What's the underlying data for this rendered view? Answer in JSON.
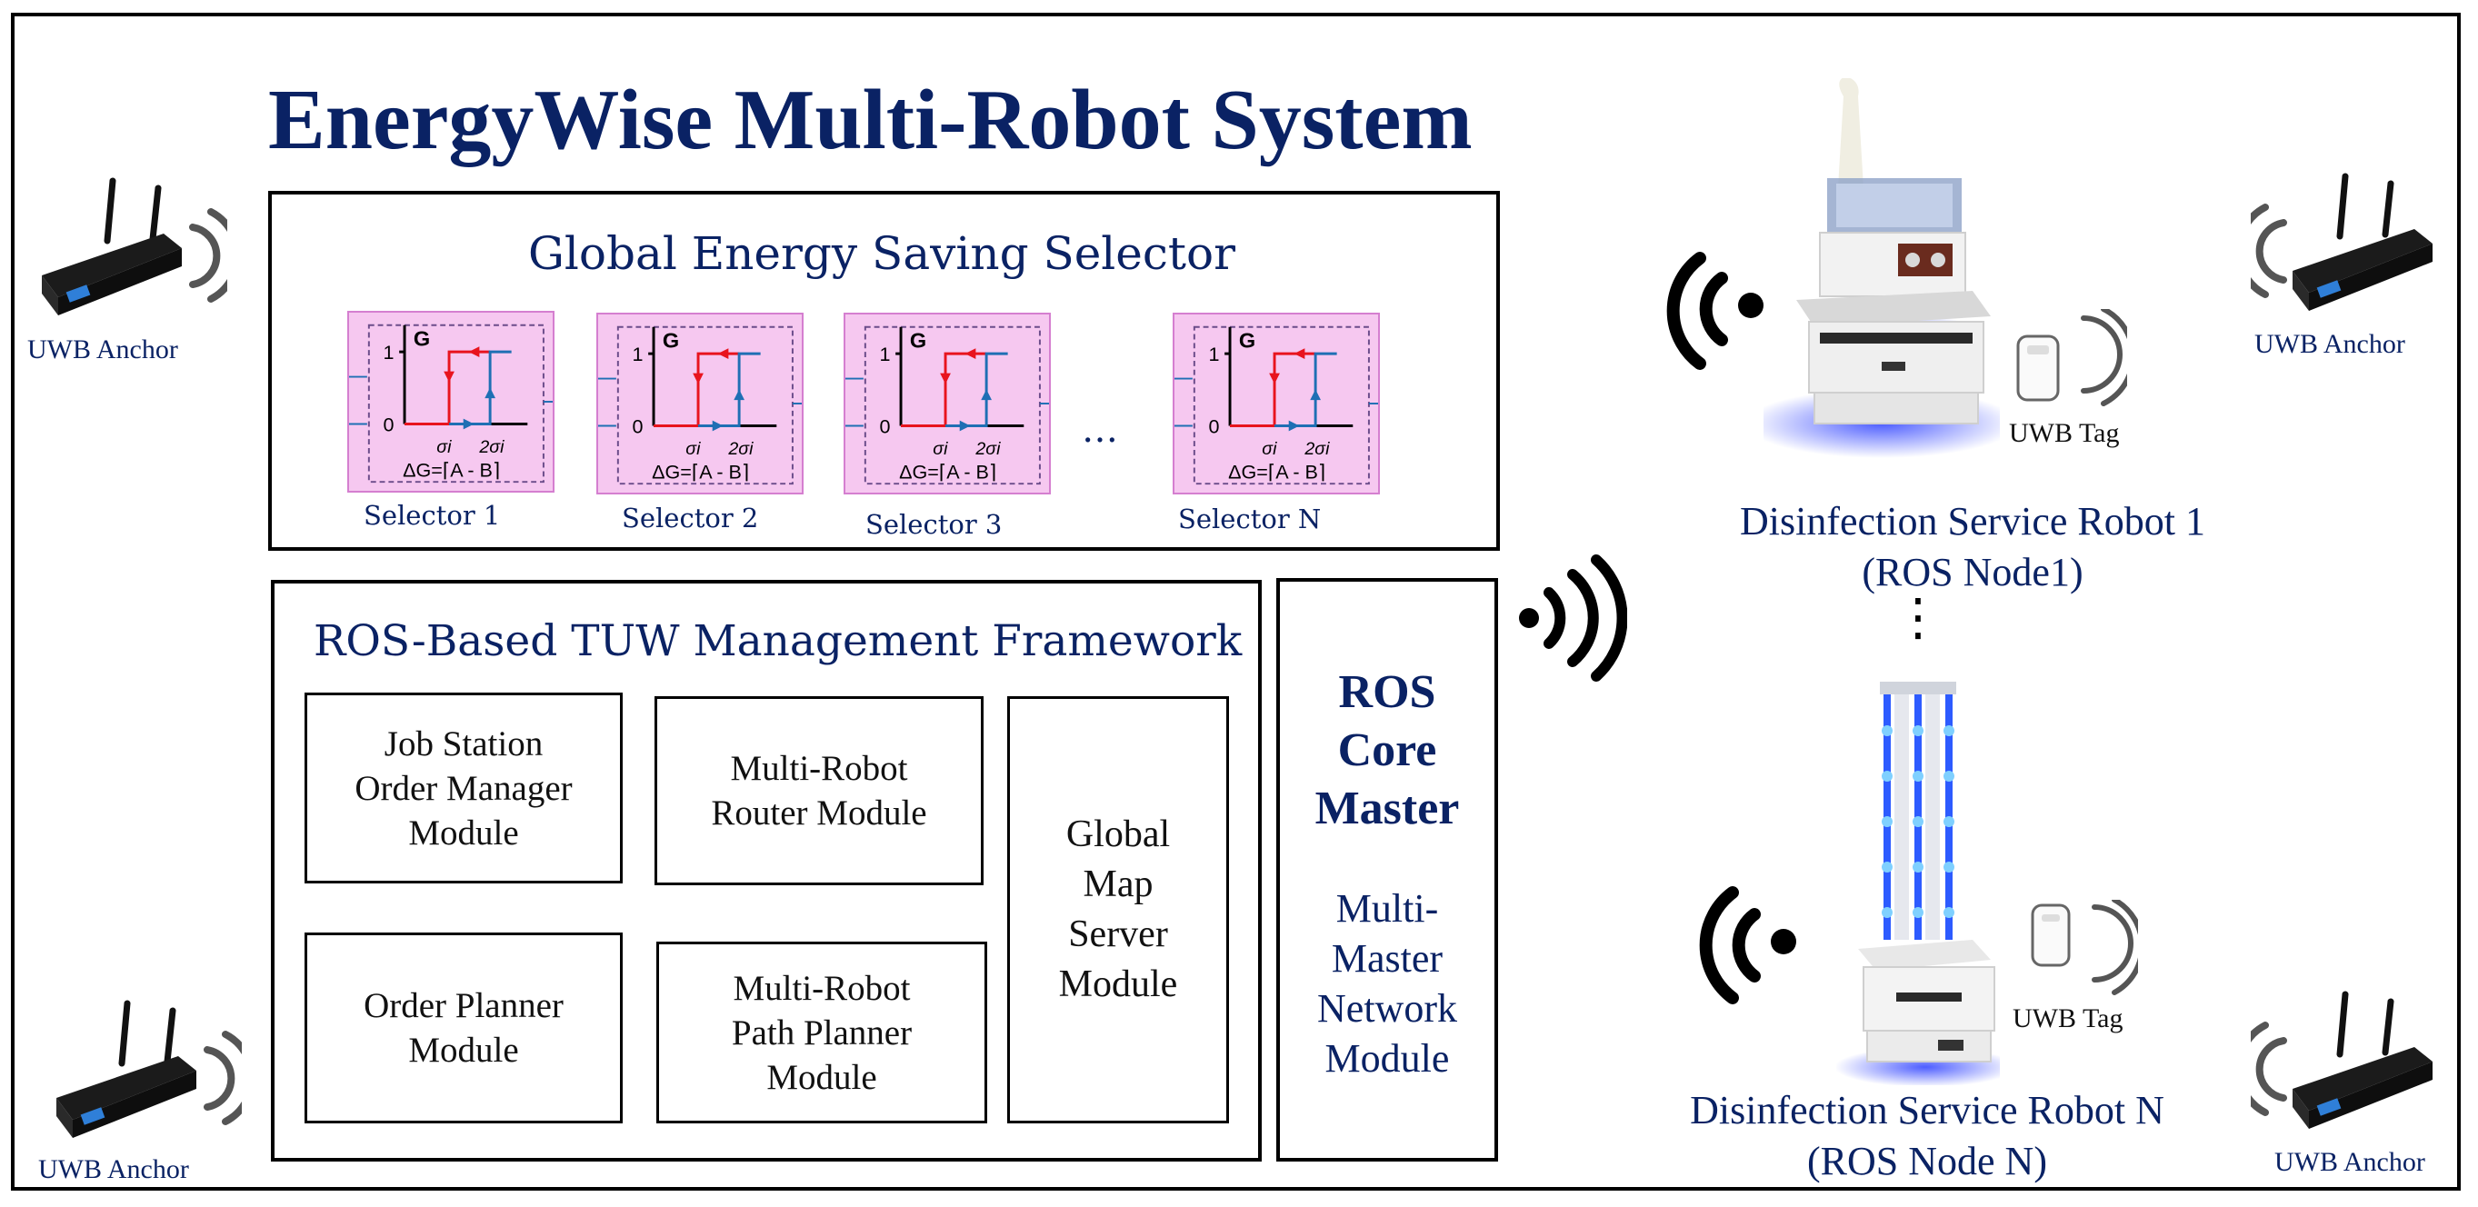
{
  "title": "EnergyWise Multi-Robot System",
  "selector_panel": {
    "title": "Global Energy Saving Selector",
    "ellipsis": "…",
    "graph": {
      "axis_label": "G",
      "tick_one": "1",
      "tick_zero": "0",
      "sigma": "σi",
      "two_sigma": "2σi",
      "formula": "ΔG=⌈A - B⌉"
    },
    "selectors": [
      "Selector 1",
      "Selector 2",
      "Selector 3",
      "Selector N"
    ]
  },
  "framework": {
    "title": "ROS-Based TUW  Management Framework",
    "modules": {
      "job_station": "Job Station\nOrder Manager\nModule",
      "multi_robot_router": "Multi-Robot\nRouter Module",
      "global_map_server": "Global\nMap\nServer\nModule",
      "order_planner": "Order Planner\nModule",
      "path_planner": "Multi-Robot\nPath Planner\nModule"
    }
  },
  "ros_core": {
    "title": "ROS\nCore\nMaster",
    "subtitle": "Multi-\nMaster\nNetwork\nModule"
  },
  "anchors": {
    "top_left": "UWB Anchor",
    "top_right": "UWB Anchor",
    "bottom_left": "UWB Anchor",
    "bottom_right": "UWB Anchor"
  },
  "robots": {
    "robot1": {
      "label": "Disinfection Service Robot 1\n(ROS Node1)",
      "tag": "UWB  Tag"
    },
    "robotN": {
      "label": "Disinfection Service Robot N\n(ROS Node N)",
      "tag": "UWB  Tag"
    },
    "ellipsis": "⋮"
  },
  "colors": {
    "navy": "#0a2264",
    "selector_bg": "#f6c8f0",
    "hysteresis_red": "#e8141e",
    "hysteresis_blue": "#1f6fb4",
    "uv_blue": "#3a4cff"
  }
}
